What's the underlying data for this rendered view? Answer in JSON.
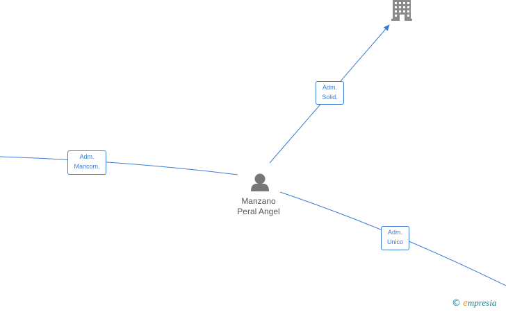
{
  "person": {
    "name_line1": "Manzano",
    "name_line2": "Peral Angel"
  },
  "edges": [
    {
      "line1": "Adm.",
      "line2": "Solid."
    },
    {
      "line1": "Adm.",
      "line2": "Mancom."
    },
    {
      "line1": "Adm.",
      "line2": "Unico"
    }
  ],
  "colors": {
    "edge": "#3a7bd5",
    "person_icon": "#777777",
    "building_icon": "#8a8a8a",
    "brand_orange": "#f39200",
    "brand_teal": "#1f7a8c"
  },
  "icons": {
    "person": "person-icon",
    "building": "building-icon",
    "copyright": "copyright-icon"
  },
  "watermark": {
    "symbol": "©",
    "brand_first": "e",
    "brand_rest": "mpresia"
  }
}
